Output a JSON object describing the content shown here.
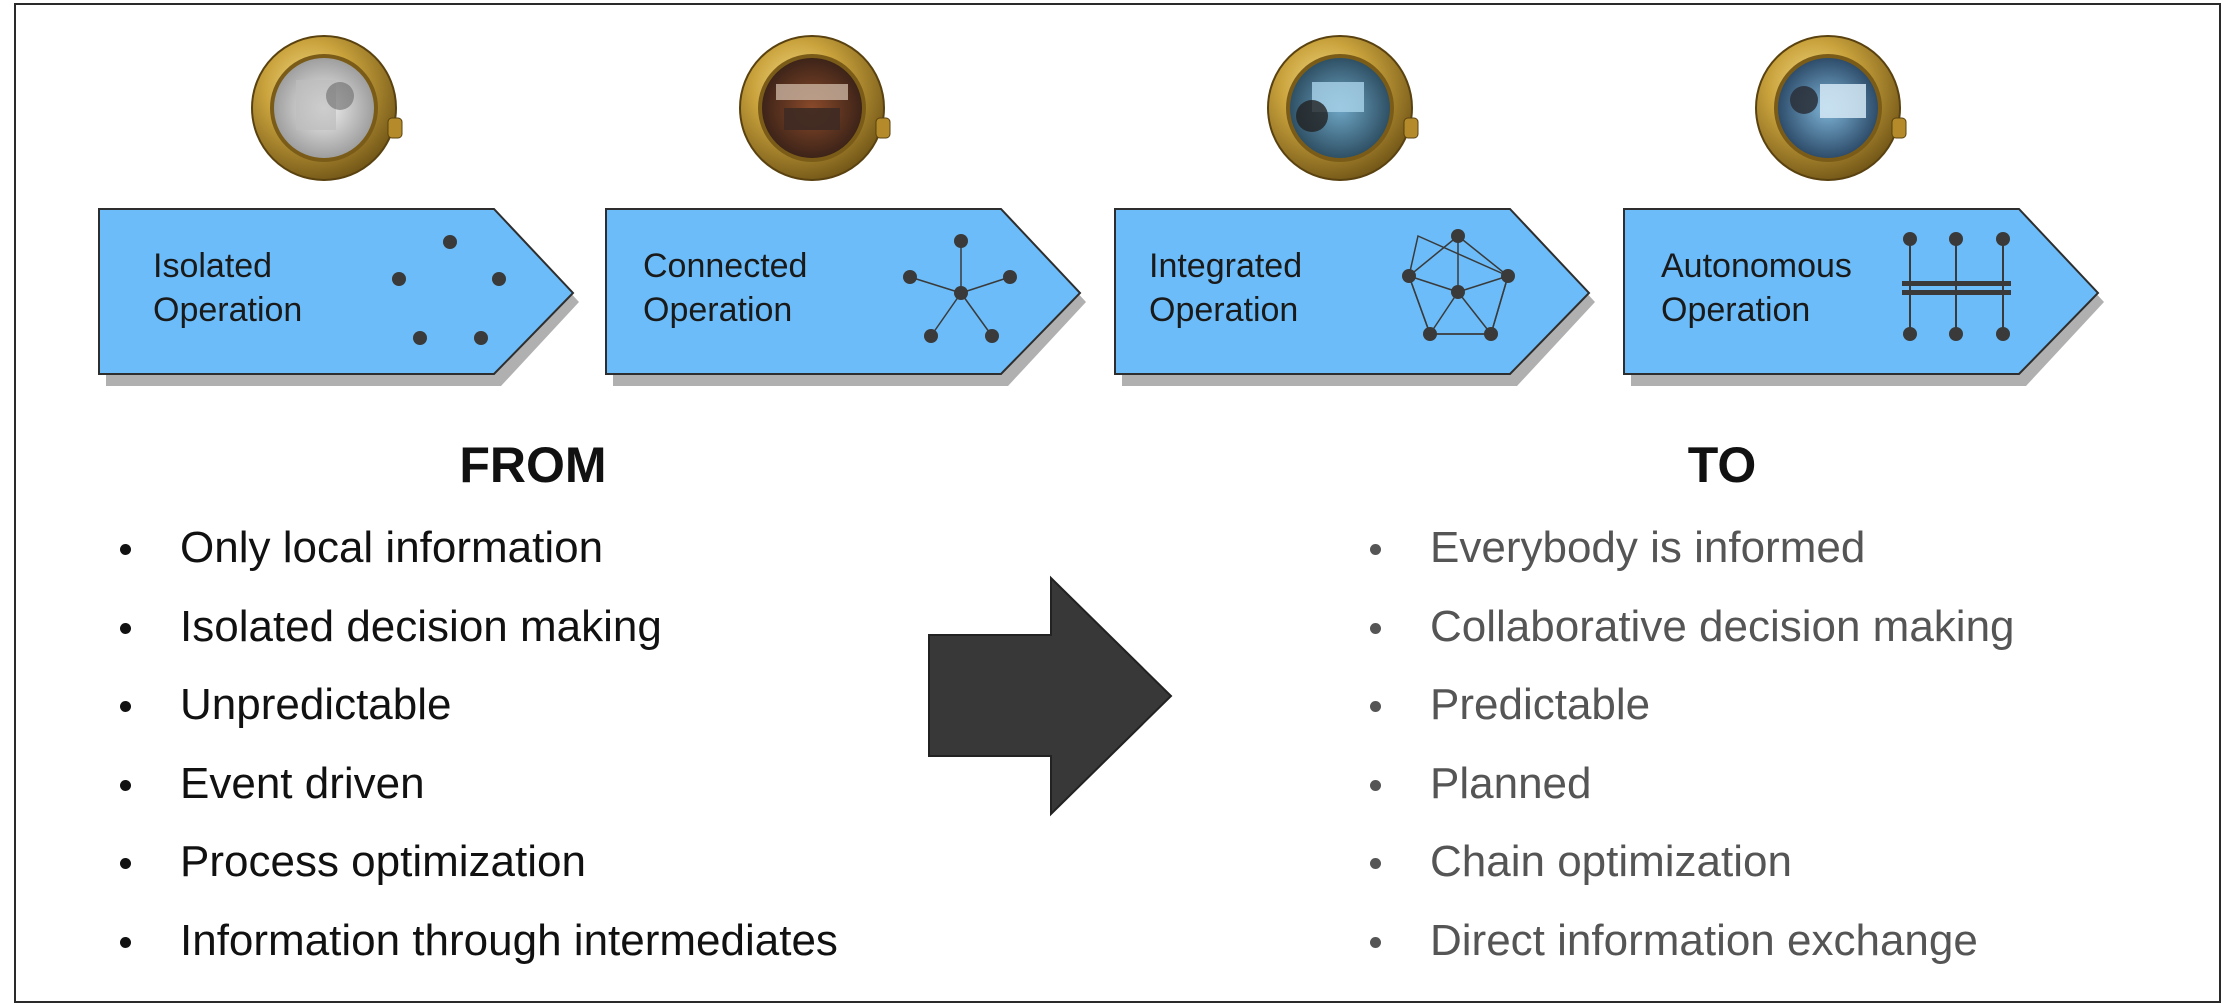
{
  "stages": [
    {
      "label": "Isolated\nOperation",
      "icon": "isolated-dots-icon",
      "porthole": "porthole-grayscale-operator-photo"
    },
    {
      "label": "Connected\nOperation",
      "icon": "star-network-icon",
      "porthole": "porthole-control-room-photo"
    },
    {
      "label": "Integrated\nOperation",
      "icon": "pentagon-mesh-network-icon",
      "porthole": "porthole-monitoring-station-photo"
    },
    {
      "label": "Autonomous\nOperation",
      "icon": "bus-network-icon",
      "porthole": "porthole-analyst-screens-photo"
    }
  ],
  "from": {
    "heading": "FROM",
    "items": [
      "Only local information",
      "Isolated decision making",
      "Unpredictable",
      "Event driven",
      "Process optimization",
      "Information through intermediates"
    ]
  },
  "to": {
    "heading": "TO",
    "items": [
      "Everybody is informed",
      "Collaborative decision making",
      "Predictable",
      "Planned",
      "Chain optimization",
      "Direct information exchange"
    ]
  },
  "colors": {
    "arrow_fill": "#6bbcf8",
    "arrow_stroke": "#2e2e2e",
    "big_arrow": "#383838",
    "porthole_brass": "#c9a23c",
    "from_text": "#111111",
    "to_text": "#555555"
  }
}
